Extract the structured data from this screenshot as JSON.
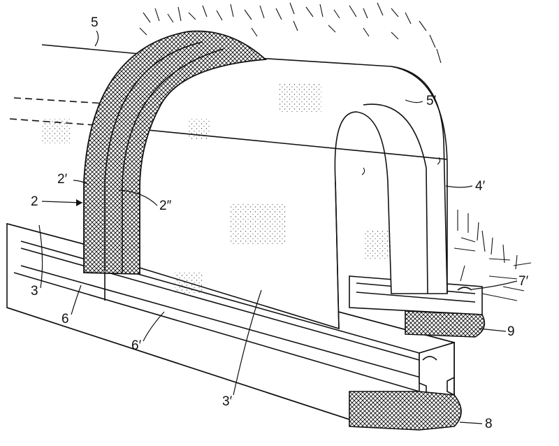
{
  "labels": {
    "l2": "2",
    "l2p": "2′",
    "l2pp": "2″",
    "l3": "3",
    "l3p": "3′",
    "l4p": "4′",
    "l5": "5",
    "l5p": "5′",
    "l6": "6",
    "l6p": "6′",
    "l7p": "7′",
    "l8": "8",
    "l9": "9"
  },
  "colors": {
    "ink": "#111111",
    "paper": "#ffffff",
    "stipple": "#555555"
  }
}
